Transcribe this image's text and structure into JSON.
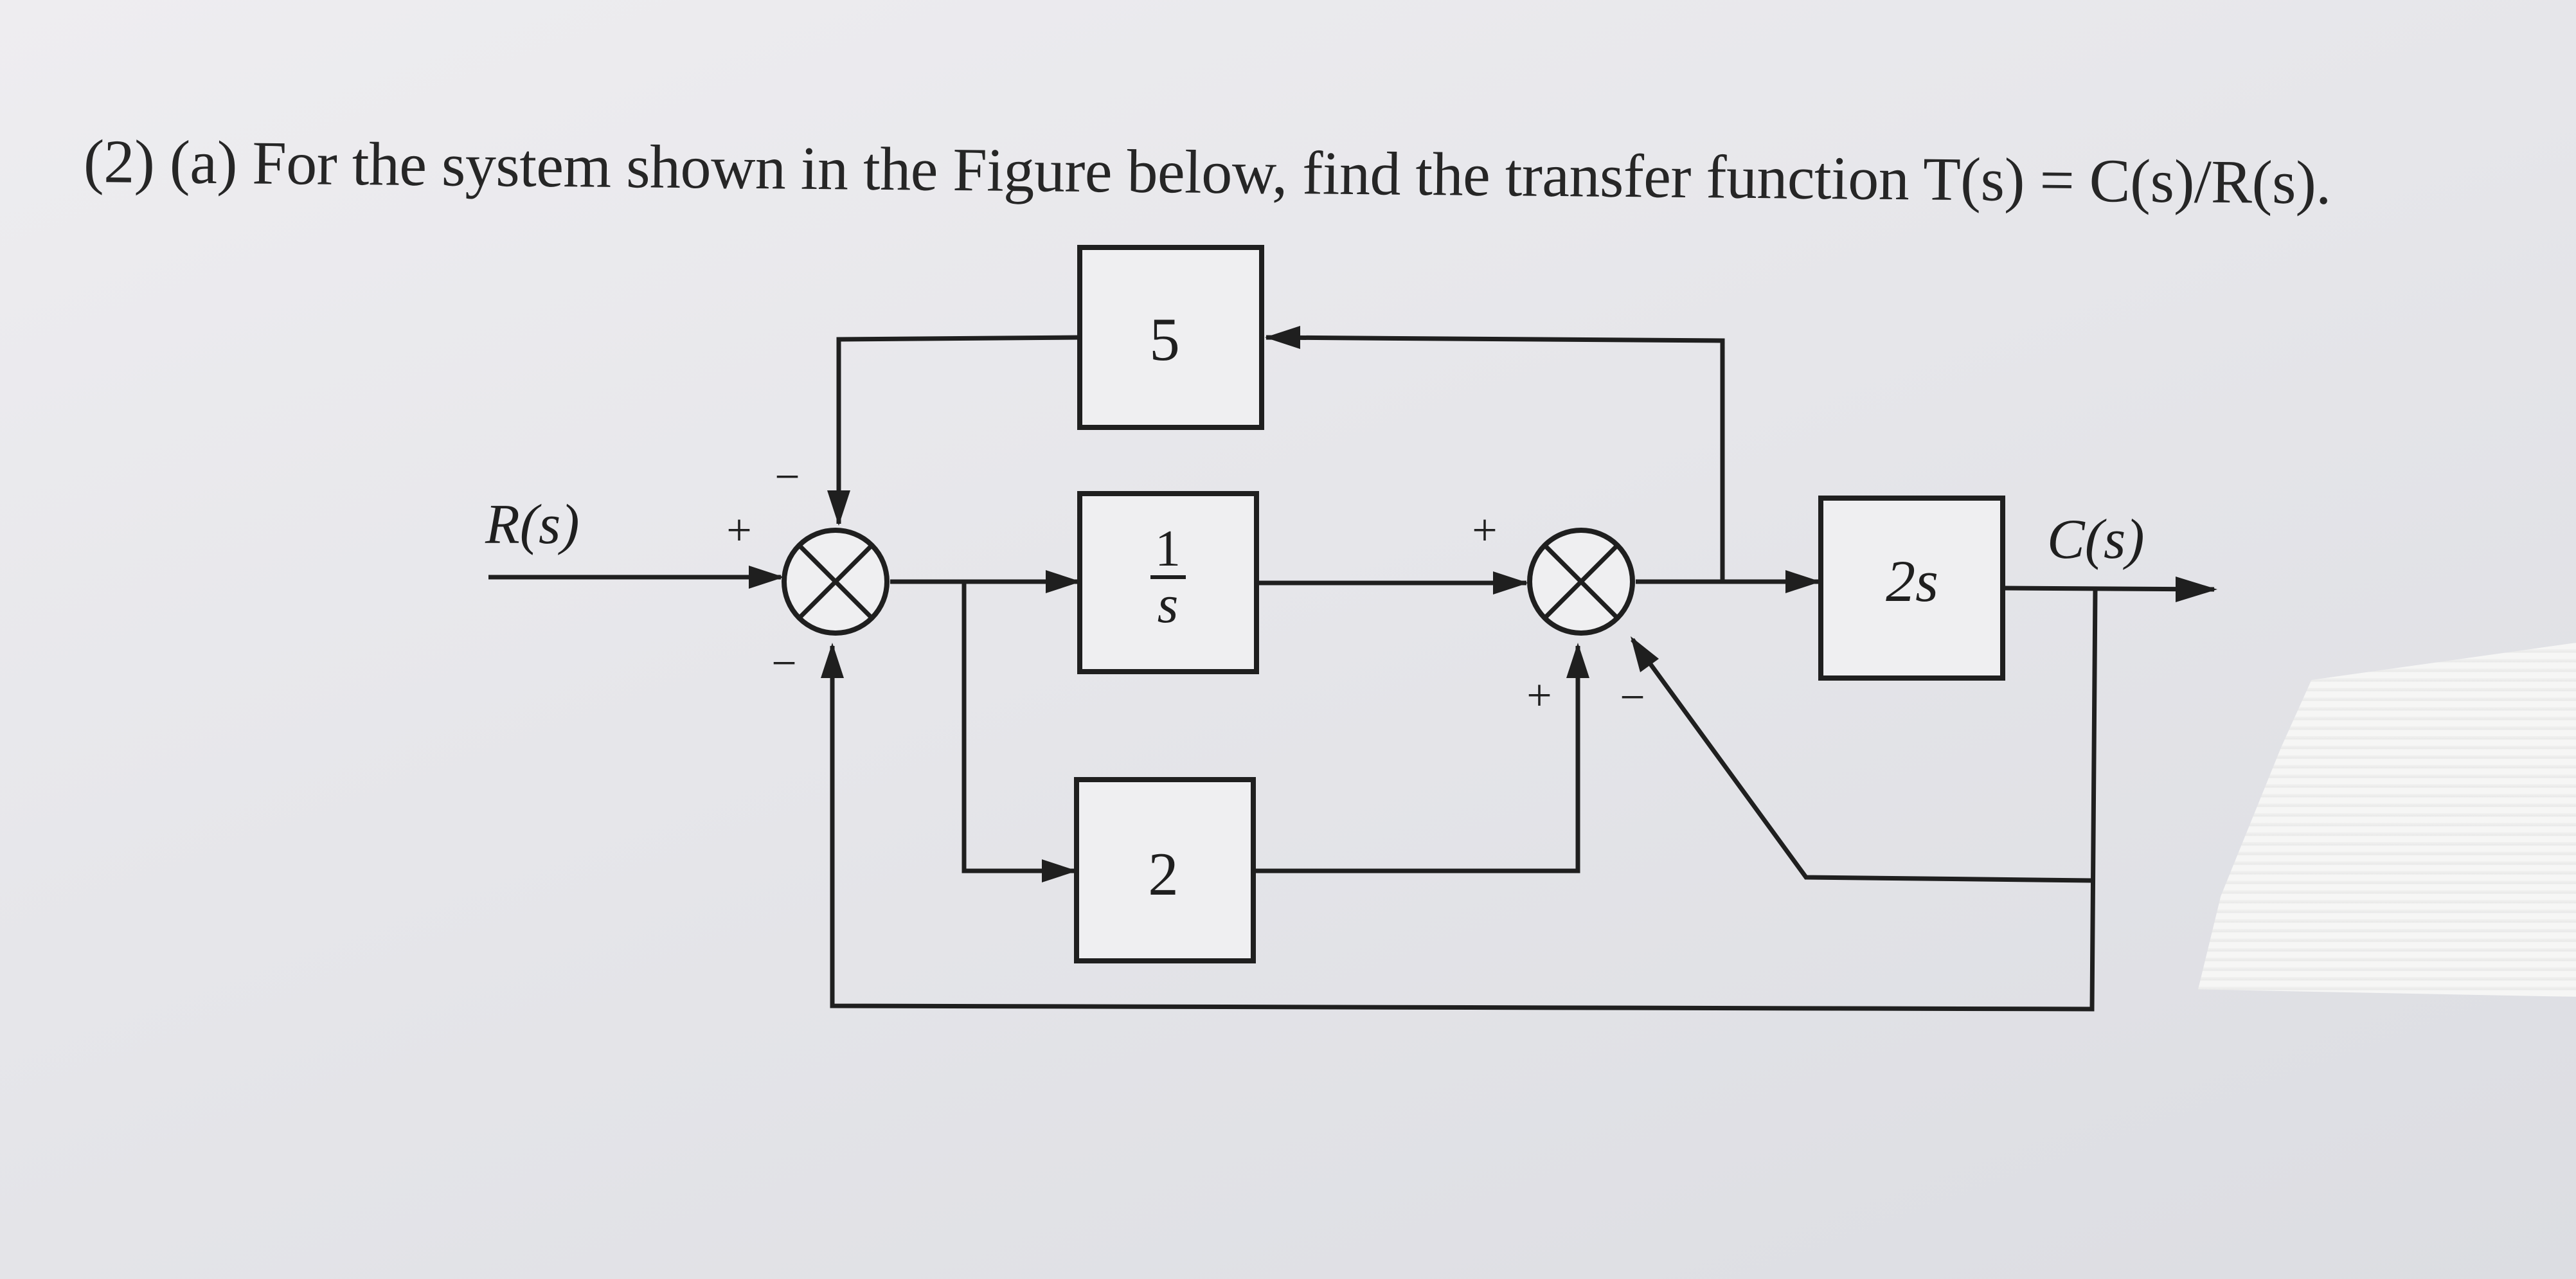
{
  "question": "(2) (a) For the system shown in the Figure below, find the transfer function T(s) = C(s)/R(s).",
  "diagram": {
    "input_label": "R(s)",
    "output_label": "C(s)",
    "blocks": {
      "top": "5",
      "integrator_num": "1",
      "integrator_den": "s",
      "bottom": "2",
      "output": "2s"
    },
    "signs": {
      "sum1_input": "+",
      "sum1_top": "−",
      "sum1_bottom": "−",
      "sum2_left": "+",
      "sum2_bottom_left": "+",
      "sum2_bottom_right": "−"
    }
  }
}
